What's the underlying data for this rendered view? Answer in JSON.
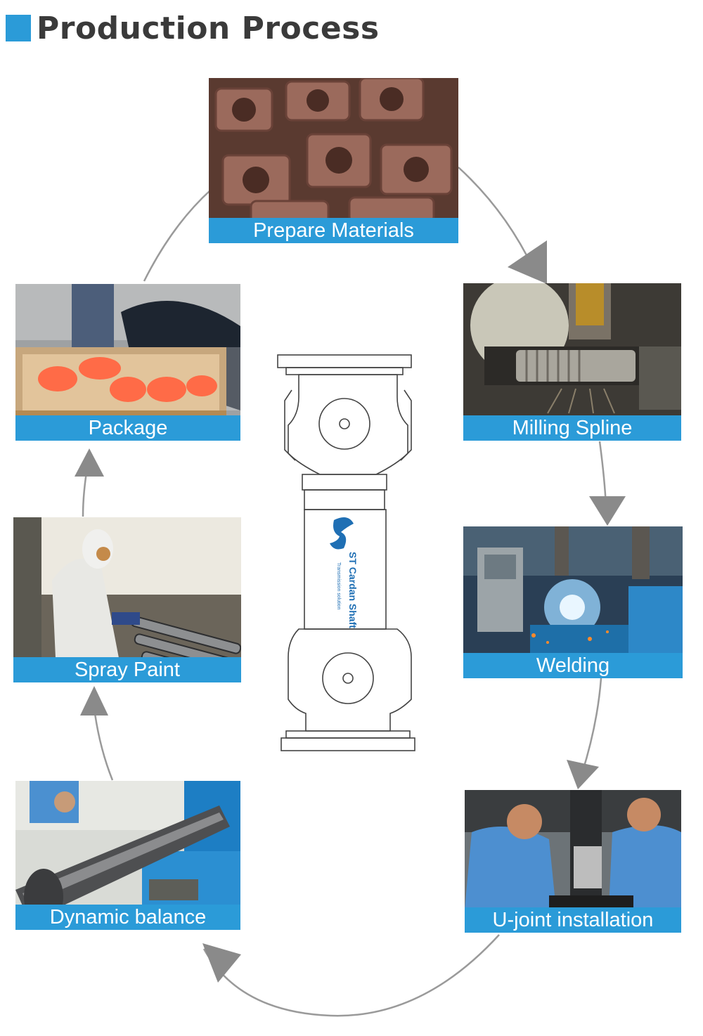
{
  "header": {
    "title": "Production Process",
    "accent_color": "#2b9bd8"
  },
  "steps": [
    {
      "id": "prepare",
      "label": "Prepare Materials",
      "photo": "rusty yoke castings"
    },
    {
      "id": "milling",
      "label": "Milling Spline",
      "photo": "spline milling machine"
    },
    {
      "id": "welding",
      "label": "Welding",
      "photo": "robotic welding cell"
    },
    {
      "id": "ujoint",
      "label": "U-joint installation",
      "photo": "workers assembling shaft"
    },
    {
      "id": "balance",
      "label": "Dynamic balance",
      "photo": "shaft on balancing machine"
    },
    {
      "id": "spray",
      "label": "Spray Paint",
      "photo": "worker spray painting shafts"
    },
    {
      "id": "package",
      "label": "Package",
      "photo": "red shafts in wooden crate"
    }
  ],
  "center": {
    "brand": "ST Cardan Shaft",
    "tagline": "Transmission solution"
  },
  "colors": {
    "label_bg": "#2b9bd8",
    "arrow": "#8a8a8a",
    "flow_line": "#9a9a9a"
  }
}
